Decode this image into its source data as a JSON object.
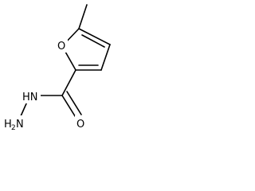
{
  "molecule": {
    "atoms": {
      "ring_oxygen": "O",
      "carbonyl_oxygen": "O",
      "hydrazide_nh": "HN",
      "amine_group": "H",
      "amine_n": "N",
      "amine_subscript": "2"
    }
  }
}
